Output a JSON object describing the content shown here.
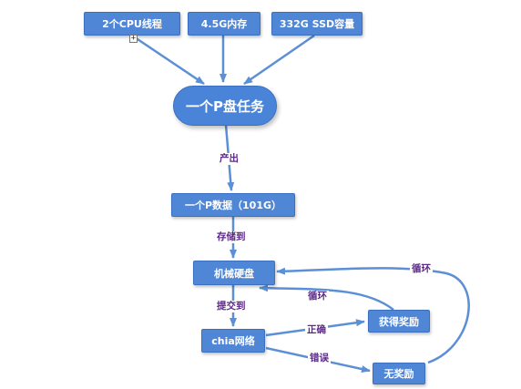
{
  "nodes": {
    "cpu": "2个CPU线程",
    "memory": "4.5G内存",
    "ssd": "332G  SSD容量",
    "task": "一个P盘任务",
    "data": "一个P数据（101G）",
    "hdd": "机械硬盘",
    "chia": "chia网络",
    "reward": "获得奖励",
    "no_reward": "无奖励"
  },
  "edge_labels": {
    "produce": "产出",
    "store": "存储到",
    "submit": "提交到",
    "correct": "正确",
    "wrong": "错误",
    "loop_reward": "循环",
    "loop_no_reward": "循环"
  },
  "expander_symbol": "+",
  "colors": {
    "node_fill": "#4f86d6",
    "connector": "#5b8fd6",
    "edge_label_text": "#5b2a86"
  }
}
